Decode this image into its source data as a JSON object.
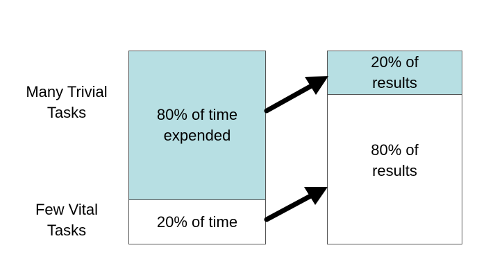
{
  "colors": {
    "shade": "#b7dfe3",
    "arrow": "#000000",
    "border": "#555555"
  },
  "rows": {
    "top": {
      "label_lines": [
        "Many Trivial",
        "Tasks"
      ]
    },
    "bottom": {
      "label_lines": [
        "Few Vital",
        "Tasks"
      ]
    }
  },
  "time_column": {
    "major": {
      "lines": [
        "80% of time",
        "expended"
      ],
      "share": 80
    },
    "minor": {
      "lines": [
        "20% of time"
      ],
      "share": 20
    }
  },
  "results_column": {
    "minor": {
      "lines": [
        "20% of",
        "results"
      ],
      "share": 20
    },
    "major": {
      "lines": [
        "80% of",
        "results"
      ],
      "share": 80
    }
  }
}
